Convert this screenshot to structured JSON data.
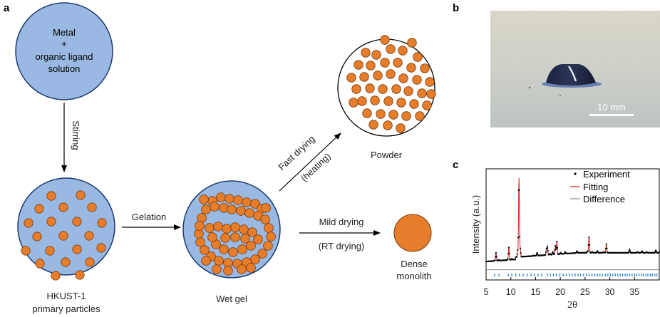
{
  "panels": {
    "a": "a",
    "b": "b",
    "c": "c"
  },
  "schematic": {
    "precursor": [
      "Metal",
      "+",
      "organic ligand",
      "solution"
    ],
    "stirring": "Stirring",
    "primary_particles": [
      "HKUST-1",
      "primary particles"
    ],
    "gelation": "Gelation",
    "wet_gel": "Wet gel",
    "fast_drying": [
      "Fast drying",
      "(heating)"
    ],
    "powder": "Powder",
    "mild_drying": [
      "Mild drying",
      "(RT drying)"
    ],
    "monolith": [
      "Dense",
      "monolith"
    ]
  },
  "photo": {
    "scale_bar": "10 mm"
  },
  "colors": {
    "circle_fill": "#9ab9e2",
    "circle_stroke": "#1a3a6e",
    "particle": "#e57d2a",
    "particle_stroke": "#7a3a10",
    "fit_line": "#d81e1e",
    "diff_line": "#8a8a8a",
    "bragg": "#2a7fd4"
  },
  "chart_data": {
    "type": "line",
    "xlabel": "2θ",
    "ylabel": "Intensity (a.u.)",
    "xlim": [
      5,
      40
    ],
    "xticks": [
      5,
      10,
      15,
      20,
      25,
      30,
      35
    ],
    "yticks": false,
    "grid": false,
    "legend": {
      "position": "top-right",
      "entries": [
        "Experiment",
        "Fitting",
        "Difference"
      ]
    },
    "series": [
      {
        "name": "Experiment",
        "x": [
          5.2,
          6.0,
          6.7,
          7.0,
          7.6,
          8.5,
          9.3,
          9.6,
          10.2,
          11.0,
          11.4,
          11.65,
          11.9,
          12.6,
          13.4,
          14.6,
          15.3,
          16.2,
          17.2,
          17.4,
          17.9,
          18.5,
          19.0,
          19.3,
          20.1,
          21.0,
          22.0,
          23.4,
          24.2,
          25.5,
          25.8,
          26.5,
          27.5,
          28.7,
          29.3,
          30.0,
          31.0,
          32.0,
          33.5,
          34.0,
          34.8,
          35.6,
          36.5,
          37.5,
          38.5,
          39.3,
          40.0
        ],
        "values": [
          3,
          4,
          5,
          14,
          6,
          5,
          6,
          20,
          7,
          7,
          16,
          100,
          18,
          9,
          10,
          11,
          14,
          10,
          18,
          21,
          13,
          15,
          22,
          27,
          14,
          15,
          12,
          16,
          14,
          16,
          32,
          15,
          16,
          15,
          24,
          14,
          14,
          13,
          14,
          18,
          14,
          15,
          16,
          15,
          14,
          17,
          15
        ]
      },
      {
        "name": "Fitting",
        "x": [
          5.2,
          6.0,
          6.7,
          7.0,
          7.6,
          8.5,
          9.3,
          9.6,
          10.2,
          11.0,
          11.4,
          11.65,
          11.9,
          12.6,
          13.4,
          14.6,
          15.3,
          16.2,
          17.2,
          17.4,
          17.9,
          18.5,
          19.0,
          19.3,
          20.1,
          21.0,
          22.0,
          23.4,
          24.2,
          25.5,
          25.8,
          26.5,
          27.5,
          28.7,
          29.3,
          30.0,
          31.0,
          32.0,
          33.5,
          34.0,
          34.8,
          35.6,
          36.5,
          37.5,
          38.5,
          39.3,
          40.0
        ],
        "values": [
          3,
          4,
          5,
          14,
          6,
          5,
          6,
          20,
          7,
          7,
          16,
          100,
          18,
          9,
          10,
          11,
          14,
          10,
          18,
          21,
          13,
          15,
          22,
          27,
          14,
          15,
          12,
          16,
          14,
          16,
          32,
          15,
          16,
          15,
          24,
          14,
          14,
          13,
          14,
          18,
          14,
          15,
          16,
          15,
          14,
          17,
          15
        ]
      },
      {
        "name": "Difference",
        "x": [
          5.2,
          7.0,
          9.6,
          11.4,
          11.65,
          11.9,
          12.6,
          15.0,
          20.0,
          25.0,
          30.0,
          35.0,
          40.0
        ],
        "values": [
          -12,
          -12,
          -11,
          -11,
          -6,
          -13,
          -11,
          -12,
          -12,
          -12,
          -12,
          -12,
          -12
        ]
      }
    ],
    "bragg_ticks": [
      6.7,
      7.6,
      9.5,
      10.2,
      11.0,
      11.7,
      12.5,
      13.3,
      14.1,
      14.8,
      15.5,
      16.2,
      17.4,
      18.0,
      18.6,
      19.2,
      19.9,
      20.6,
      21.2,
      21.8,
      22.4,
      23.0,
      23.6,
      24.1,
      24.7,
      25.3,
      25.8,
      26.4,
      27.0,
      27.5,
      28.0,
      28.5,
      29.1,
      29.6,
      30.1,
      30.6,
      31.1,
      31.6,
      32.1,
      32.6,
      33.1,
      33.5,
      34.0,
      34.5,
      35.0,
      35.4,
      35.9,
      36.4,
      36.8,
      37.3,
      37.7,
      38.2,
      38.6,
      39.1,
      39.5
    ]
  }
}
